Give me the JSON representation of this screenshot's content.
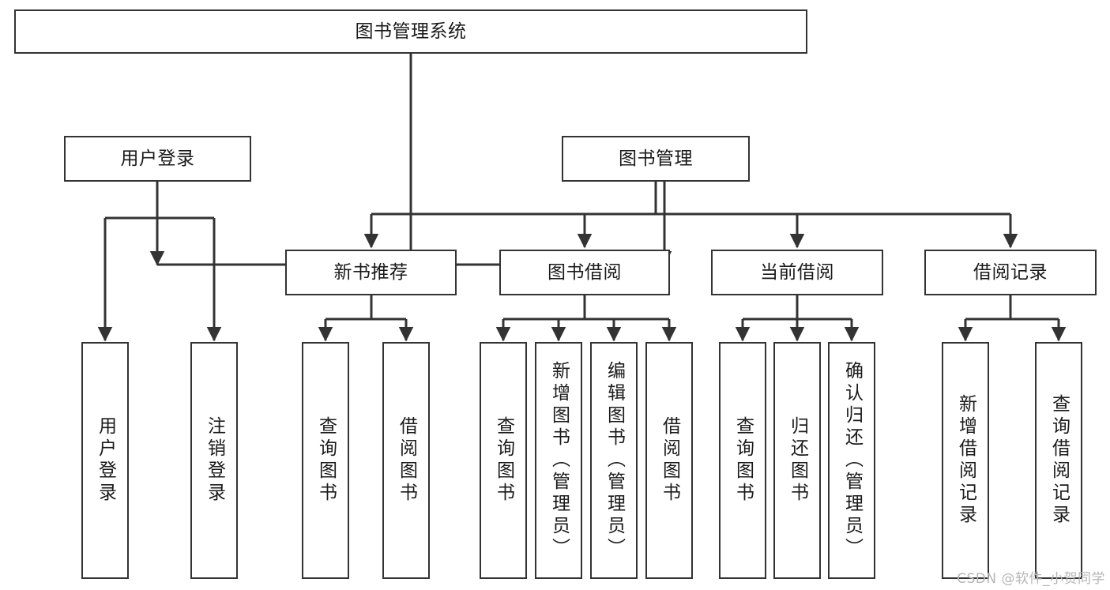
{
  "diagram": {
    "title": "图书管理系统",
    "watermark": "CSDN @软件_小贺同学",
    "style": {
      "box_border_color": "#333333",
      "box_fill_color": "#ffffff",
      "edge_color": "#333333",
      "text_color": "#1a1a1a",
      "background": "#ffffff",
      "watermark_color": "#b5b5b5"
    },
    "root": {
      "label": "图书管理系统"
    },
    "level1": [
      {
        "label": "用户登录"
      },
      {
        "label": "图书管理"
      }
    ],
    "level2": [
      {
        "label": "新书推荐"
      },
      {
        "label": "图书借阅"
      },
      {
        "label": "当前借阅"
      },
      {
        "label": "借阅记录"
      }
    ],
    "leaves": {
      "user_login": [
        {
          "label": "用户登录"
        },
        {
          "label": "注销登录"
        }
      ],
      "new_book_recommend": [
        {
          "label": "查询图书"
        },
        {
          "label": "借阅图书"
        }
      ],
      "book_borrow": [
        {
          "label": "查询图书"
        },
        {
          "label": "新增图书（管理员）"
        },
        {
          "label": "编辑图书（管理员）"
        },
        {
          "label": "借阅图书"
        }
      ],
      "current_borrow": [
        {
          "label": "查询图书"
        },
        {
          "label": "归还图书"
        },
        {
          "label": "确认归还（管理员）"
        }
      ],
      "borrow_records": [
        {
          "label": "新增借阅记录"
        },
        {
          "label": "查询借阅记录"
        }
      ]
    }
  }
}
